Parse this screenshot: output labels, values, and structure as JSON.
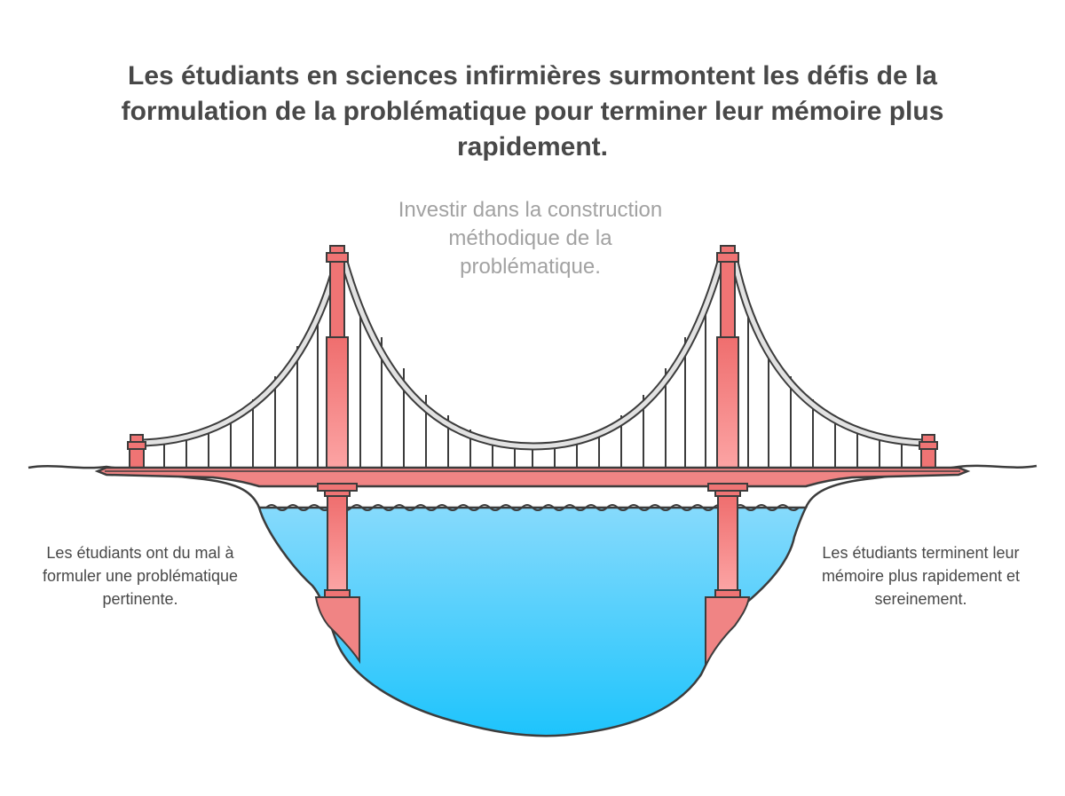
{
  "title": "Les étudiants en sciences infirmières surmontent les défis de la formulation de la problématique pour terminer leur mémoire plus rapidement.",
  "bridge_label": "Investir dans la construction méthodique de la problématique.",
  "left_label": "Les étudiants ont du mal à formuler une problématique pertinente.",
  "right_label": "Les étudiants terminent leur mémoire plus rapidement et sereinement.",
  "colors": {
    "tower": "#ef7474",
    "deck": "#f08484",
    "cable": "#e2e2e2",
    "outline": "#3c3c3c",
    "water_top": "#86dafc",
    "water_bottom": "#1ec4fc"
  }
}
